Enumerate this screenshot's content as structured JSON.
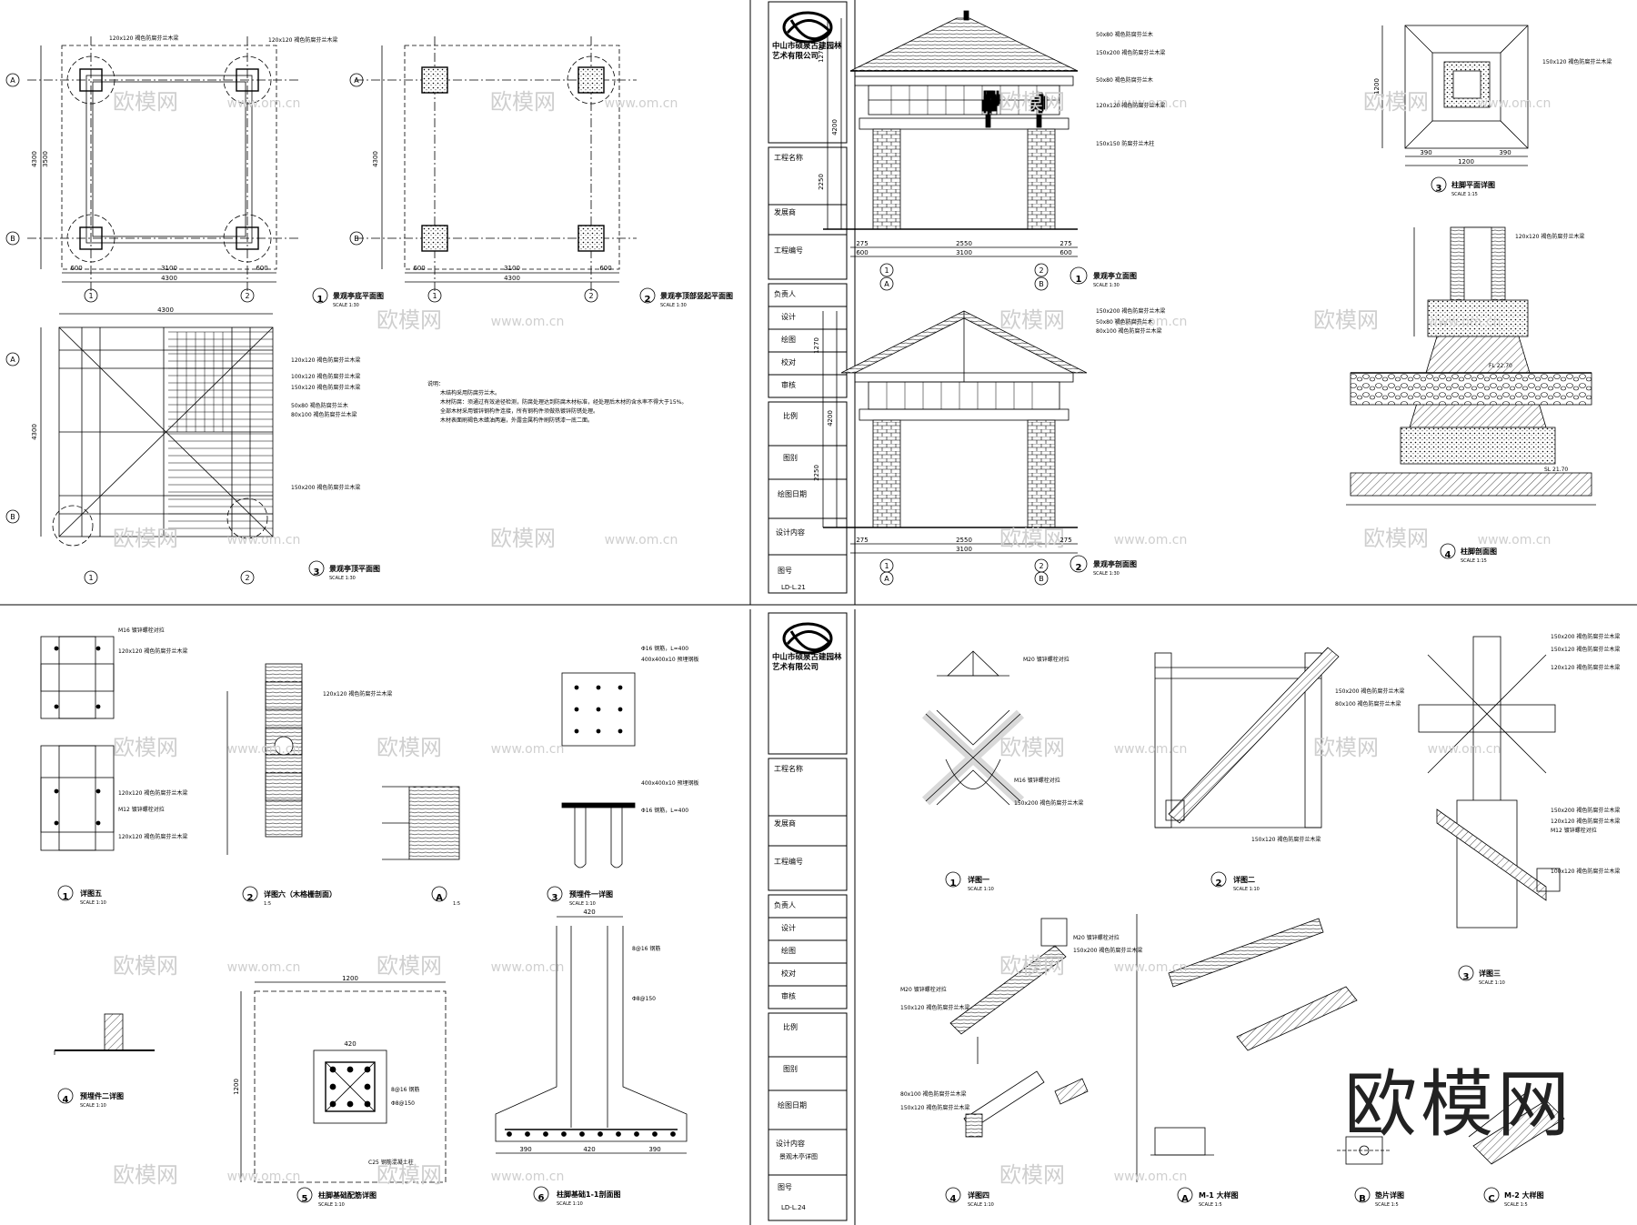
{
  "sheets": [
    {
      "company": "中山市硕泉古建园林艺术有限公司",
      "sheet_no": "LD-L.21",
      "content_value": "",
      "drawings": [
        {
          "num": "1",
          "title": "景观亭底平面图",
          "scale": "SCALE 1:30"
        },
        {
          "num": "2",
          "title": "景观亭顶部竖起平面图",
          "scale": "SCALE 1:30"
        },
        {
          "num": "3",
          "title": "景观亭顶平面图",
          "scale": "SCALE 1:30"
        },
        {
          "num": "1",
          "title": "景观亭立面图",
          "scale": "SCALE 1:30"
        },
        {
          "num": "2",
          "title": "景观亭剖面图",
          "scale": "SCALE 1:30"
        },
        {
          "num": "3",
          "title": "柱脚平面详图",
          "scale": "SCALE 1:15"
        },
        {
          "num": "4",
          "title": "柱脚剖面图",
          "scale": "SCALE 1:15"
        }
      ]
    },
    {
      "company": "中山市硕泉古建园林艺术有限公司",
      "sheet_no": "LD-L.24",
      "content_value": "景观木亭详图",
      "drawings": [
        {
          "num": "1",
          "title": "详图五",
          "scale": "SCALE 1:10"
        },
        {
          "num": "2",
          "title": "详图六（木格栅剖面）",
          "scale": "1:5"
        },
        {
          "num": "A",
          "title": "",
          "scale": "1:5"
        },
        {
          "num": "3",
          "title": "预埋件一详图",
          "scale": "SCALE 1:10"
        },
        {
          "num": "4",
          "title": "预埋件二详图",
          "scale": "SCALE 1:10"
        },
        {
          "num": "5",
          "title": "柱脚基础配筋详图",
          "scale": "SCALE 1:10"
        },
        {
          "num": "6",
          "title": "柱脚基础1-1剖面图",
          "scale": "SCALE 1:10"
        },
        {
          "num": "1",
          "title": "详图一",
          "scale": "SCALE 1:10"
        },
        {
          "num": "2",
          "title": "详图二",
          "scale": "SCALE 1:10"
        },
        {
          "num": "3",
          "title": "详图三",
          "scale": "SCALE 1:10"
        },
        {
          "num": "4",
          "title": "详图四",
          "scale": "SCALE 1:10"
        },
        {
          "num": "A",
          "title": "M-1 大样图",
          "scale": "SCALE 1:5"
        },
        {
          "num": "B",
          "title": "垫片详图",
          "scale": "SCALE 1:5"
        },
        {
          "num": "C",
          "title": "M-2 大样图",
          "scale": "SCALE 1:5"
        }
      ]
    }
  ],
  "title_block_labels": [
    "工程名称",
    "发展商",
    "工程编号",
    "负责人",
    "设计",
    "绘图",
    "校对",
    "审核",
    "比例",
    "图别",
    "绘图日期",
    "设计内容",
    "图号"
  ],
  "dims": {
    "plan_overall": "4300",
    "plan_mid": "3100",
    "plan_edge": "600",
    "plan_inner": "3500",
    "elev_mid": "2550",
    "elev_side": "275",
    "elev_h1": "1270",
    "elev_h2": "2250",
    "elev_total": "4200",
    "foot_w": "1200",
    "foot_half": "390",
    "found_top": "420",
    "found_w": "1200",
    "found_bottom": [
      "390",
      "420",
      "390"
    ]
  },
  "grid_labels": [
    "A",
    "B",
    "1",
    "2"
  ],
  "annotations": {
    "beam_120": "120x120 褐色防腐芬兰木梁",
    "beam_150": "150x120 褐色防腐芬兰木梁",
    "beam_100": "100x120 褐色防腐芬兰木梁",
    "rafter": "80x100 褐色防腐芬兰木梁",
    "batten": "50x80 褐色防腐芬兰木",
    "col": "150x150 防腐芬兰木柱",
    "ridge": "150x200 褐色防腐芬兰木梁",
    "fl": "FL 22.70",
    "sl": "SL 21.70",
    "rebar": "8@16 钢筋",
    "tie": "Φ8@150",
    "c25": "C25 钢筋混凝土柱",
    "plate": "400x400x10 预埋钢板",
    "anchor": "Φ16 钢筋，L=400",
    "bolt_m16": "M16 镀锌螺栓对拉",
    "bolt_m12": "M12 镀锌螺栓对拉",
    "bolt_m20": "M20 镀锌螺栓对拉"
  },
  "notes": [
    "说明：",
    "木结构采用防腐芬兰木。",
    "木材防腐：须通过有效途径检测，防腐处理达到防腐木材标准，经处理后木材的含水率不得大于15%。",
    "全部木材采用镀锌钢构件连接，所有钢构件须做热镀锌防锈处理。",
    "木材表面刷褐色木蜡油两遍，外露金属构件刷防锈漆一底二面。"
  ],
  "watermark": {
    "small": "欧模网",
    "url": "www.om.cn",
    "big": "欧模网"
  }
}
